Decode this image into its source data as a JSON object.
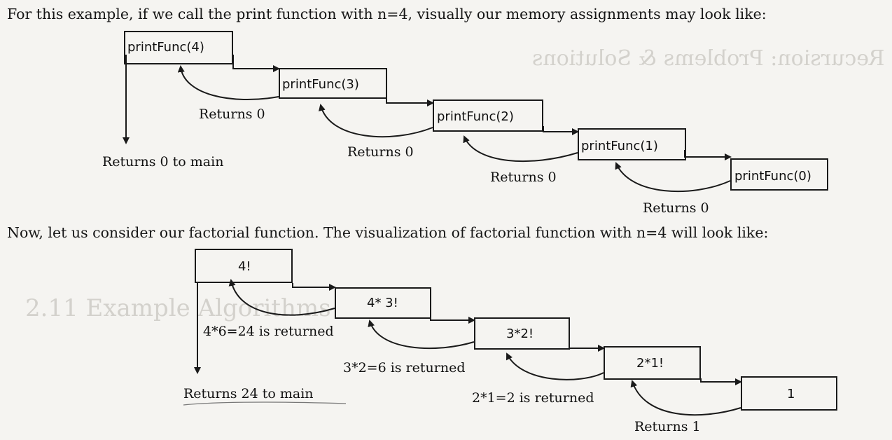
{
  "text": {
    "intro": "For this example, if we call the print function with n=4, visually our memory assignments may look like:",
    "factorial_intro": "Now, let us consider our factorial function. The visualization of factorial function with n=4 will look like:"
  },
  "print_diagram": {
    "boxes": [
      "printFunc(4)",
      "printFunc(3)",
      "printFunc(2)",
      "printFunc(1)",
      "printFunc(0)"
    ],
    "returns": [
      "Returns 0",
      "Returns 0",
      "Returns 0",
      "Returns 0"
    ],
    "to_main": "Returns 0 to main"
  },
  "factorial_diagram": {
    "boxes": [
      "4!",
      "4* 3!",
      "3*2!",
      "2*1!",
      "1"
    ],
    "returns": [
      "4*6=24 is returned",
      "3*2=6 is returned",
      "2*1=2 is returned",
      "Returns 1"
    ],
    "to_main": "Returns 24 to main"
  },
  "colors": {
    "paper": "#f5f4f1",
    "ink": "#1a1a1a",
    "bleed_through": "#b8b5ae"
  }
}
